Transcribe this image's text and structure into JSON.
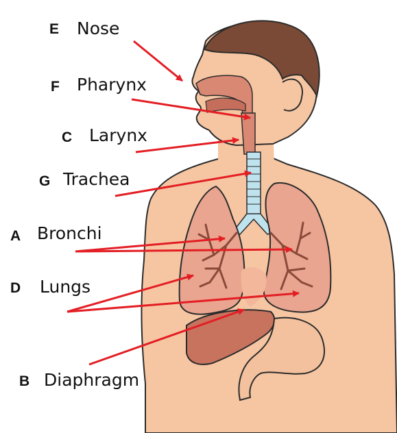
{
  "labels": {
    "E": {
      "letter": "E",
      "word": "Nose"
    },
    "F": {
      "letter": "F",
      "word": "Pharynx"
    },
    "C": {
      "letter": "C",
      "word": "Larynx"
    },
    "G": {
      "letter": "G",
      "word": "Trachea"
    },
    "A": {
      "letter": "A",
      "word": "Bronchi"
    },
    "D": {
      "letter": "D",
      "word": "Lungs"
    },
    "B": {
      "letter": "B",
      "word": "Diaphragm"
    }
  },
  "colors": {
    "skin": "#F6C6A3",
    "outline": "#2B2B2B",
    "hair": "#7A4A36",
    "airway": "#D98873",
    "lung": "#E9A58F",
    "lung_dark": "#D57F6C",
    "bronchi": "#8A4A3A",
    "trachea": "#BFE3EE",
    "liver": "#C8735E",
    "stomach": "#F3C19D",
    "arrow": "#E31E24"
  }
}
